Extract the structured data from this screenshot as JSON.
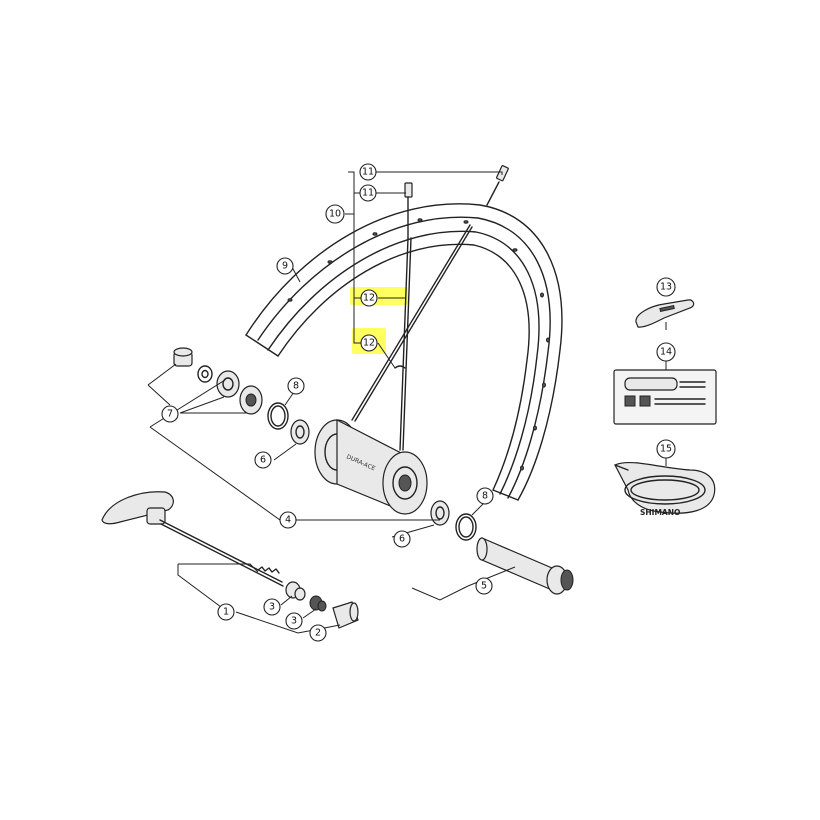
{
  "callouts": [
    {
      "id": "c1",
      "number": "1"
    },
    {
      "id": "c2",
      "number": "2"
    },
    {
      "id": "c3a",
      "number": "3"
    },
    {
      "id": "c3b",
      "number": "3"
    },
    {
      "id": "c4",
      "number": "4"
    },
    {
      "id": "c5",
      "number": "5"
    },
    {
      "id": "c6a",
      "number": "6"
    },
    {
      "id": "c6b",
      "number": "6"
    },
    {
      "id": "c7",
      "number": "7"
    },
    {
      "id": "c8a",
      "number": "8"
    },
    {
      "id": "c8b",
      "number": "8"
    },
    {
      "id": "c9",
      "number": "9"
    },
    {
      "id": "c10",
      "number": "10"
    },
    {
      "id": "c11a",
      "number": "11"
    },
    {
      "id": "c11b",
      "number": "11"
    },
    {
      "id": "c12a",
      "number": "12"
    },
    {
      "id": "c12b",
      "number": "12"
    },
    {
      "id": "c13",
      "number": "13"
    },
    {
      "id": "c14",
      "number": "14"
    },
    {
      "id": "c15",
      "number": "15"
    }
  ],
  "hub_brand": "DURA-ACE",
  "rim_tape_brand": "SHIMANO",
  "highlight_color": "#ffff44",
  "line_color": "#222222"
}
